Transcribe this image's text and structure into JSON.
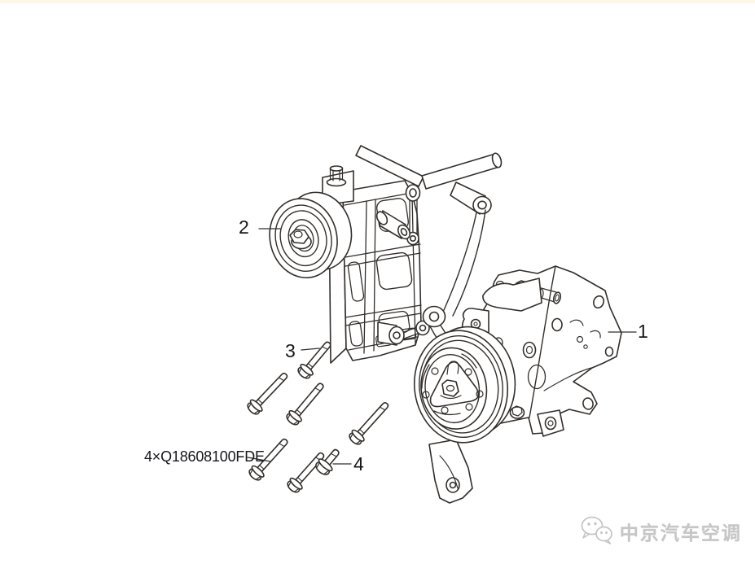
{
  "page": {
    "background": "#ffffff",
    "top_strip_color": "#fdf7ea"
  },
  "diagram": {
    "line_color": "#322e2b",
    "label_color": "#17171c",
    "callouts": {
      "compressor": "1",
      "bracket_pulley": "2",
      "bolt_upper": "3",
      "bolt_short": "4"
    },
    "part_label": "4×Q18608100FDE"
  },
  "watermark": {
    "icon": "wechat-icon",
    "text": "中京汽车空调",
    "color": "#c6c6c6"
  }
}
